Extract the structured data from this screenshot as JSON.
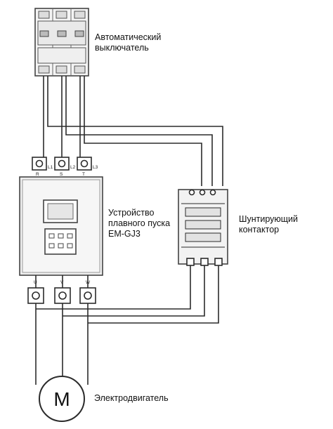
{
  "labels": {
    "breaker": "Автоматический\nвыключатель",
    "soft_starter": "Устройство\nплавного пуска\nEM-GJ3",
    "bypass_contactor": "Шунтирующий\nконтактор",
    "motor": "Электродвигатель",
    "motor_symbol": "M"
  },
  "terminals": {
    "input": [
      "R",
      "S",
      "T"
    ],
    "input_lines": [
      "L1",
      "L2",
      "L3"
    ],
    "output": [
      "U",
      "V",
      "W"
    ]
  },
  "colors": {
    "stroke": "#2b2b2b",
    "device_fill": "#f2f2f2",
    "device_shade": "#dadada",
    "background": "#ffffff"
  }
}
